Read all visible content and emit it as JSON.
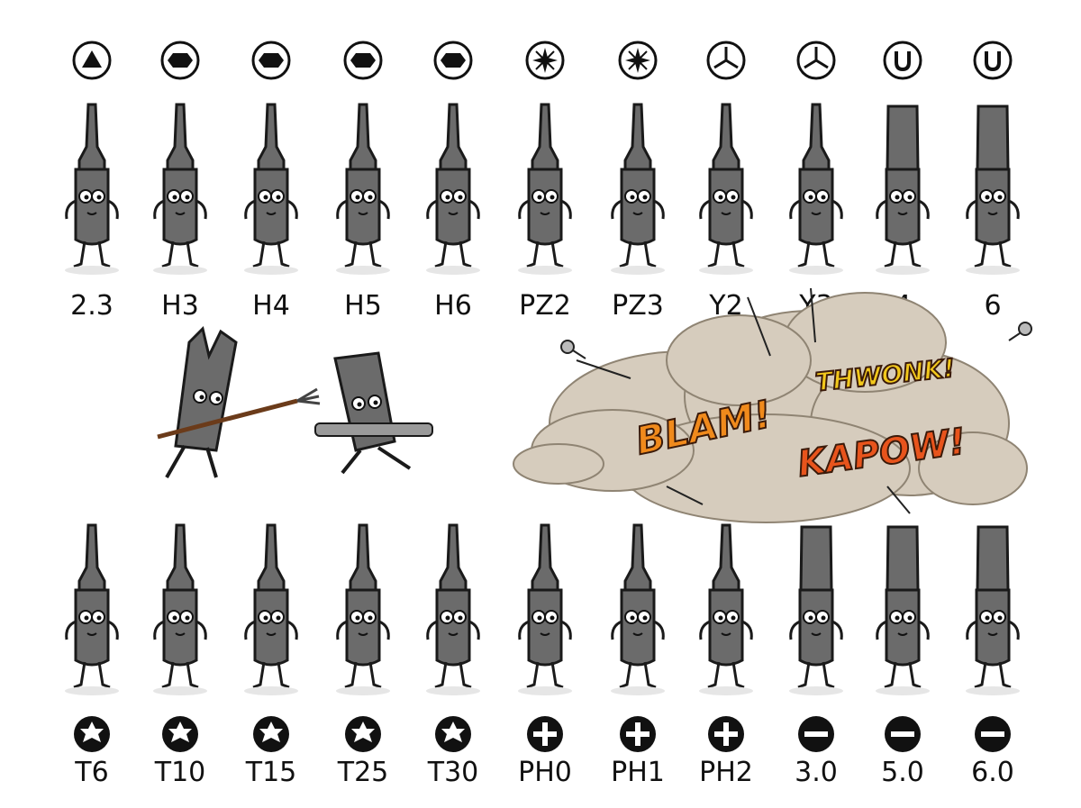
{
  "top_row": [
    {
      "label": "2.3",
      "symbol": "triangle-icon"
    },
    {
      "label": "H3",
      "symbol": "hex-icon"
    },
    {
      "label": "H4",
      "symbol": "hex-icon"
    },
    {
      "label": "H5",
      "symbol": "hex-icon"
    },
    {
      "label": "H6",
      "symbol": "hex-icon"
    },
    {
      "label": "PZ2",
      "symbol": "pozidriv-icon"
    },
    {
      "label": "PZ3",
      "symbol": "pozidriv-icon"
    },
    {
      "label": "Y2",
      "symbol": "tri-wing-icon"
    },
    {
      "label": "Y3",
      "symbol": "tri-wing-icon"
    },
    {
      "label": "4",
      "symbol": "u-icon"
    },
    {
      "label": "6",
      "symbol": "u-icon"
    }
  ],
  "bottom_row": [
    {
      "label": "T6",
      "symbol": "torx-icon"
    },
    {
      "label": "T10",
      "symbol": "torx-icon"
    },
    {
      "label": "T15",
      "symbol": "torx-icon"
    },
    {
      "label": "T25",
      "symbol": "torx-icon"
    },
    {
      "label": "T30",
      "symbol": "torx-icon"
    },
    {
      "label": "PH0",
      "symbol": "phillips-icon"
    },
    {
      "label": "PH1",
      "symbol": "phillips-icon"
    },
    {
      "label": "PH2",
      "symbol": "phillips-icon"
    },
    {
      "label": "3.0",
      "symbol": "slot-icon"
    },
    {
      "label": "5.0",
      "symbol": "slot-icon"
    },
    {
      "label": "6.0",
      "symbol": "slot-icon"
    }
  ],
  "sound_effects": {
    "blam": "BLAM!",
    "thwonk": "THWONK!",
    "kapow": "KAPOW!"
  },
  "colors": {
    "bit_metal": "#6b6b6b",
    "bit_dark": "#3d3d3d",
    "outline": "#1a1a1a",
    "shield_orange": "#c0632a",
    "shield_blue": "#3a5aa8",
    "cloud": "#cfc4b4",
    "blam_fill": "#f08a1c",
    "thwonk_fill": "#f2c81c",
    "kapow_fill": "#e8541c"
  }
}
